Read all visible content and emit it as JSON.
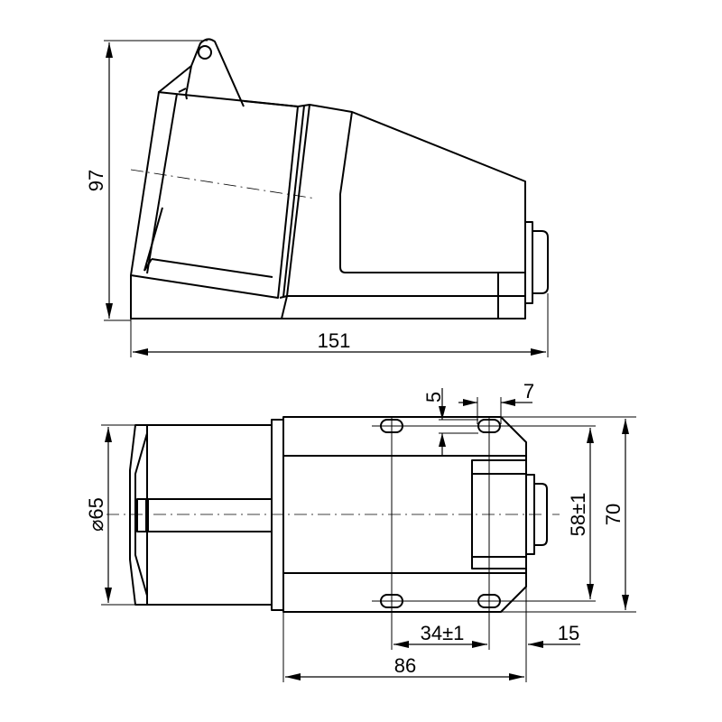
{
  "drawing": {
    "title": "Wall-mounted socket outlet dimensional drawing",
    "colors": {
      "line": "#000000",
      "background": "#ffffff"
    },
    "side_view": {
      "dimensions": {
        "height": "97",
        "length": "151"
      }
    },
    "top_view": {
      "dimensions": {
        "diameter": "⌀65",
        "slot_width": "5",
        "slot_length": "7",
        "hole_spacing_vertical": "58±1",
        "overall_width": "70",
        "hole_spacing_horizontal": "34±1",
        "edge_offset": "15",
        "body_length": "86"
      }
    }
  }
}
